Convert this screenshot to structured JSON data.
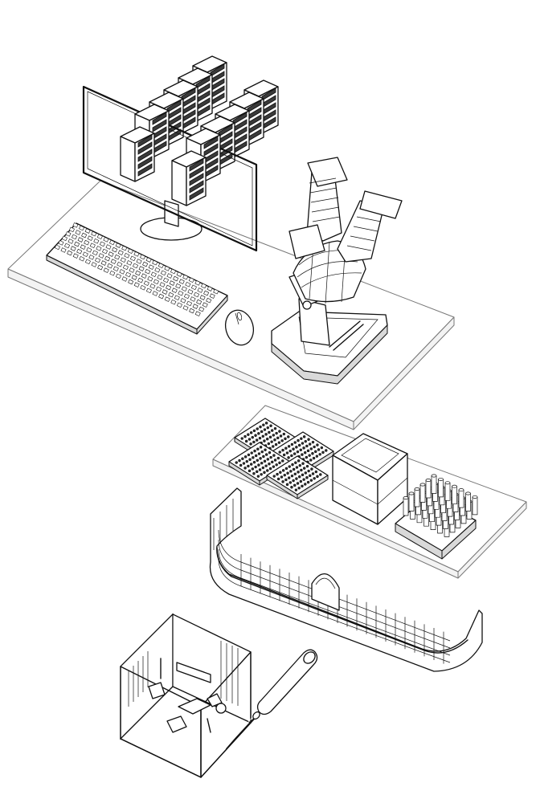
{
  "scene": {
    "style": "isometric line illustration",
    "line_color": "#111111",
    "background": "#ffffff",
    "objects": [
      "server-racks",
      "computer-monitor",
      "keyboard",
      "mouse",
      "microscope",
      "lab-bench",
      "well-plates",
      "lab-instrument-box",
      "test-tube-rack",
      "curved-building-facade",
      "room-model",
      "sample-tube",
      "swab"
    ]
  }
}
